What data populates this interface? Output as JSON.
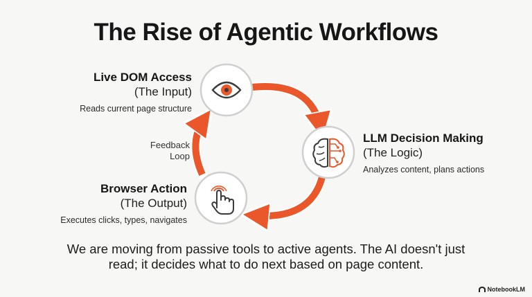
{
  "title": "The Rise of Agentic Workflows",
  "nodes": {
    "input": {
      "heading": "Live DOM Access",
      "sub": "(The Input)",
      "desc": "Reads current page structure",
      "icon": "eye-icon"
    },
    "logic": {
      "heading": "LLM Decision Making",
      "sub": "(The Logic)",
      "desc": "Analyzes content, plans actions",
      "icon": "brain-circuit-icon"
    },
    "output": {
      "heading": "Browser Action",
      "sub": "(The Output)",
      "desc": "Executes clicks, types, navigates",
      "icon": "pointer-hand-icon"
    }
  },
  "feedback": {
    "line1": "Feedback",
    "line2": "Loop"
  },
  "caption": {
    "line1": "We are moving from passive tools to active agents. The AI doesn't just",
    "line2": "read; it decides what to do next based on page content."
  },
  "brand": {
    "name": "NotebookLM",
    "icon": "notebooklm-logo-icon"
  },
  "colors": {
    "arrow": "#e9572b",
    "circle_border": "#cfcfcf",
    "circle_fill": "#ffffff",
    "accent": "#e9572b",
    "background": "#f7f7f5"
  }
}
